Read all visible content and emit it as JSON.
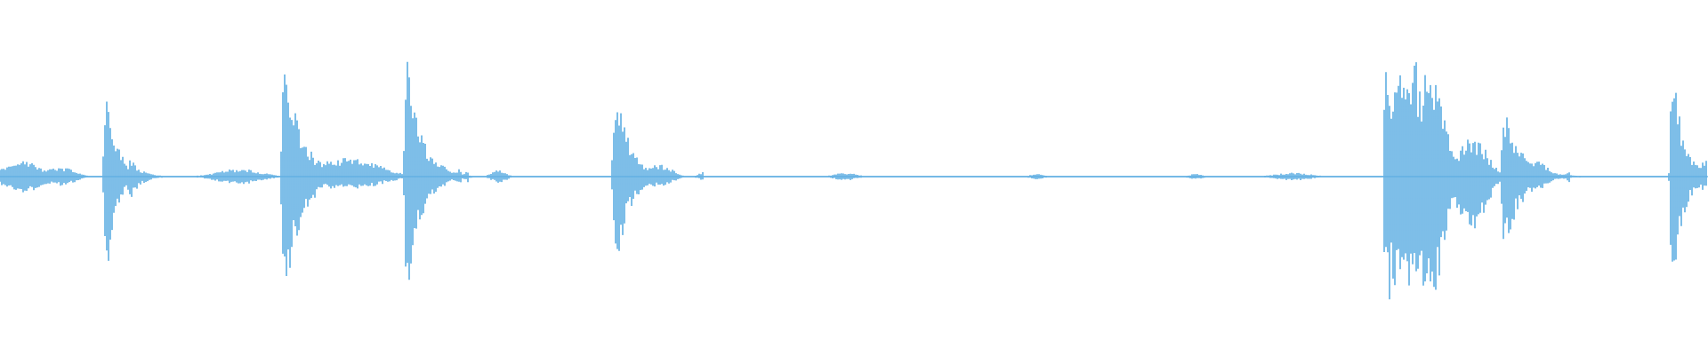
{
  "waveform": {
    "color": "#5DADE2",
    "background": "#FFFFFF",
    "max_amplitude": 1.0,
    "baseline_amplitude": 0.006,
    "events": [
      {
        "t": 0.0,
        "amp": 0.0,
        "up": 0.1,
        "down": 0.1,
        "decay": 0.02,
        "kind": "ramp"
      },
      {
        "t": 0.014,
        "amp": 0.12,
        "up": 0.12,
        "down": 0.12,
        "decay": 0.01,
        "kind": "bump"
      },
      {
        "t": 0.025,
        "amp": 0.07,
        "up": 0.07,
        "down": 0.07,
        "decay": 0.02,
        "kind": "noise"
      },
      {
        "t": 0.062,
        "amp": 0.82,
        "up": 0.82,
        "down": 0.86,
        "decay": 0.006,
        "kind": "spike"
      },
      {
        "t": 0.076,
        "amp": 0.2,
        "up": 0.16,
        "down": 0.2,
        "decay": 0.006,
        "kind": "spike"
      },
      {
        "t": 0.14,
        "amp": 0.06,
        "up": 0.06,
        "down": 0.06,
        "decay": 0.012,
        "kind": "bump"
      },
      {
        "t": 0.166,
        "amp": 0.98,
        "up": 0.98,
        "down": 1.0,
        "decay": 0.01,
        "kind": "spike"
      },
      {
        "t": 0.18,
        "amp": 0.14,
        "up": 0.14,
        "down": 0.1,
        "decay": 0.045,
        "kind": "noise"
      },
      {
        "t": 0.238,
        "amp": 1.0,
        "up": 1.0,
        "down": 1.0,
        "decay": 0.008,
        "kind": "spike"
      },
      {
        "t": 0.25,
        "amp": 0.12,
        "up": 0.12,
        "down": 0.1,
        "decay": 0.012,
        "kind": "noise"
      },
      {
        "t": 0.292,
        "amp": 0.05,
        "up": 0.05,
        "down": 0.05,
        "decay": 0.004,
        "kind": "bump"
      },
      {
        "t": 0.36,
        "amp": 0.8,
        "up": 0.8,
        "down": 0.8,
        "decay": 0.008,
        "kind": "spike"
      },
      {
        "t": 0.376,
        "amp": 0.1,
        "up": 0.1,
        "down": 0.08,
        "decay": 0.018,
        "kind": "noise"
      },
      {
        "t": 0.495,
        "amp": 0.03,
        "up": 0.03,
        "down": 0.03,
        "decay": 0.006,
        "kind": "bump"
      },
      {
        "t": 0.607,
        "amp": 0.02,
        "up": 0.02,
        "down": 0.02,
        "decay": 0.004,
        "kind": "bump"
      },
      {
        "t": 0.7,
        "amp": 0.02,
        "up": 0.02,
        "down": 0.02,
        "decay": 0.004,
        "kind": "bump"
      },
      {
        "t": 0.757,
        "amp": 0.03,
        "up": 0.03,
        "down": 0.03,
        "decay": 0.01,
        "kind": "bump"
      },
      {
        "t": 0.812,
        "amp": 0.9,
        "up": 0.9,
        "down": 0.96,
        "decay": 0.03,
        "kind": "burst"
      },
      {
        "t": 0.835,
        "amp": 1.0,
        "up": 1.0,
        "down": 0.92,
        "decay": 0.01,
        "kind": "spike"
      },
      {
        "t": 0.852,
        "amp": 0.3,
        "up": 0.3,
        "down": 0.4,
        "decay": 0.02,
        "kind": "noise"
      },
      {
        "t": 0.88,
        "amp": 0.58,
        "up": 0.58,
        "down": 0.62,
        "decay": 0.01,
        "kind": "spike"
      },
      {
        "t": 0.895,
        "amp": 0.12,
        "up": 0.12,
        "down": 0.1,
        "decay": 0.012,
        "kind": "noise"
      },
      {
        "t": 0.979,
        "amp": 1.0,
        "up": 1.0,
        "down": 1.0,
        "decay": 0.006,
        "kind": "spike"
      },
      {
        "t": 0.99,
        "amp": 0.16,
        "up": 0.16,
        "down": 0.16,
        "decay": 0.05,
        "kind": "noise"
      }
    ]
  }
}
